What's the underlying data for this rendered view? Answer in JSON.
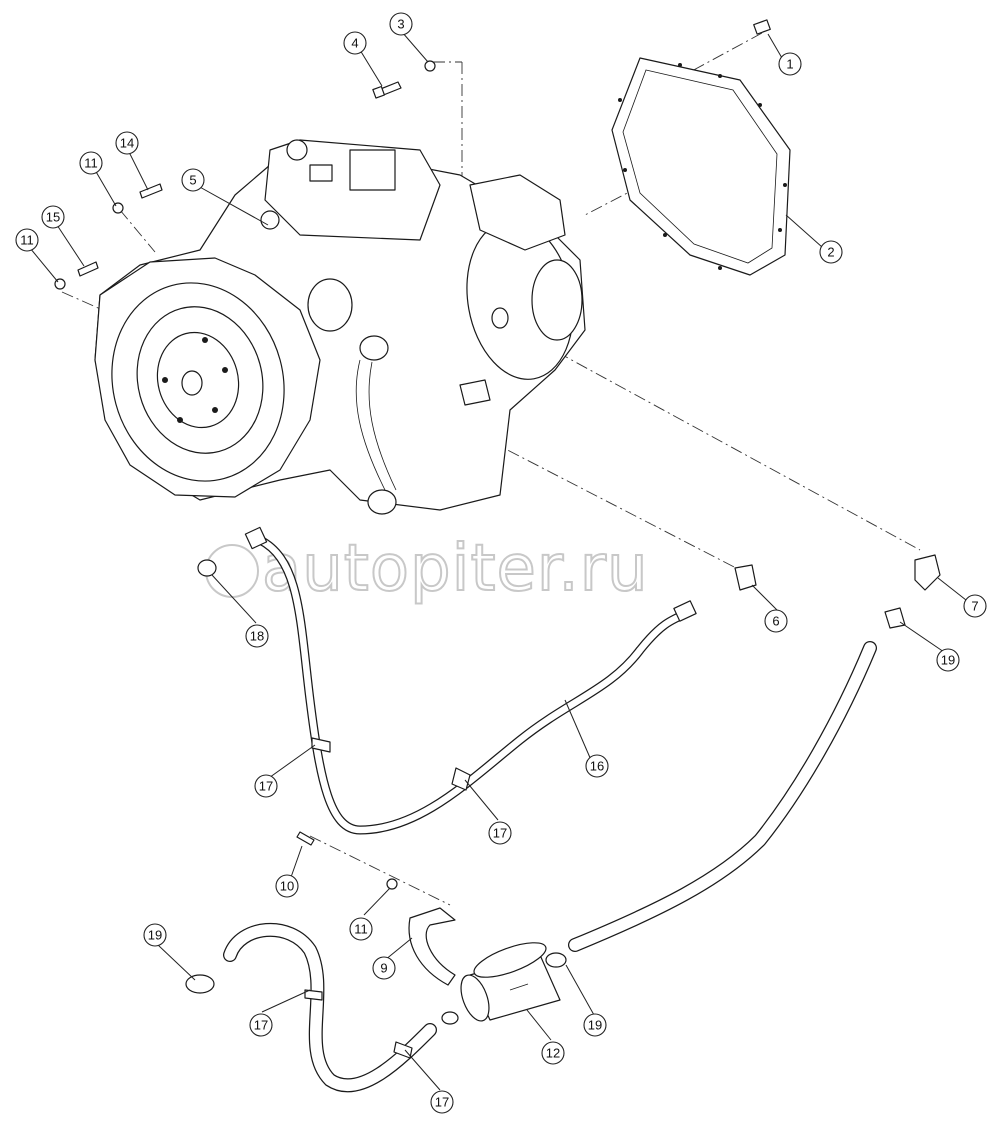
{
  "watermark": {
    "text": "autopiter.ru"
  },
  "callouts": [
    {
      "id": "1",
      "label": "1"
    },
    {
      "id": "2",
      "label": "2"
    },
    {
      "id": "3",
      "label": "3"
    },
    {
      "id": "4",
      "label": "4"
    },
    {
      "id": "5",
      "label": "5"
    },
    {
      "id": "6",
      "label": "6"
    },
    {
      "id": "7",
      "label": "7"
    },
    {
      "id": "9",
      "label": "9"
    },
    {
      "id": "10",
      "label": "10"
    },
    {
      "id": "11a",
      "label": "11"
    },
    {
      "id": "11b",
      "label": "11"
    },
    {
      "id": "11c",
      "label": "11"
    },
    {
      "id": "12",
      "label": "12"
    },
    {
      "id": "14",
      "label": "14"
    },
    {
      "id": "15",
      "label": "15"
    },
    {
      "id": "16",
      "label": "16"
    },
    {
      "id": "17a",
      "label": "17"
    },
    {
      "id": "17b",
      "label": "17"
    },
    {
      "id": "17c",
      "label": "17"
    },
    {
      "id": "17d",
      "label": "17"
    },
    {
      "id": "18",
      "label": "18"
    },
    {
      "id": "19a",
      "label": "19"
    },
    {
      "id": "19b",
      "label": "19"
    },
    {
      "id": "19c",
      "label": "19"
    }
  ]
}
